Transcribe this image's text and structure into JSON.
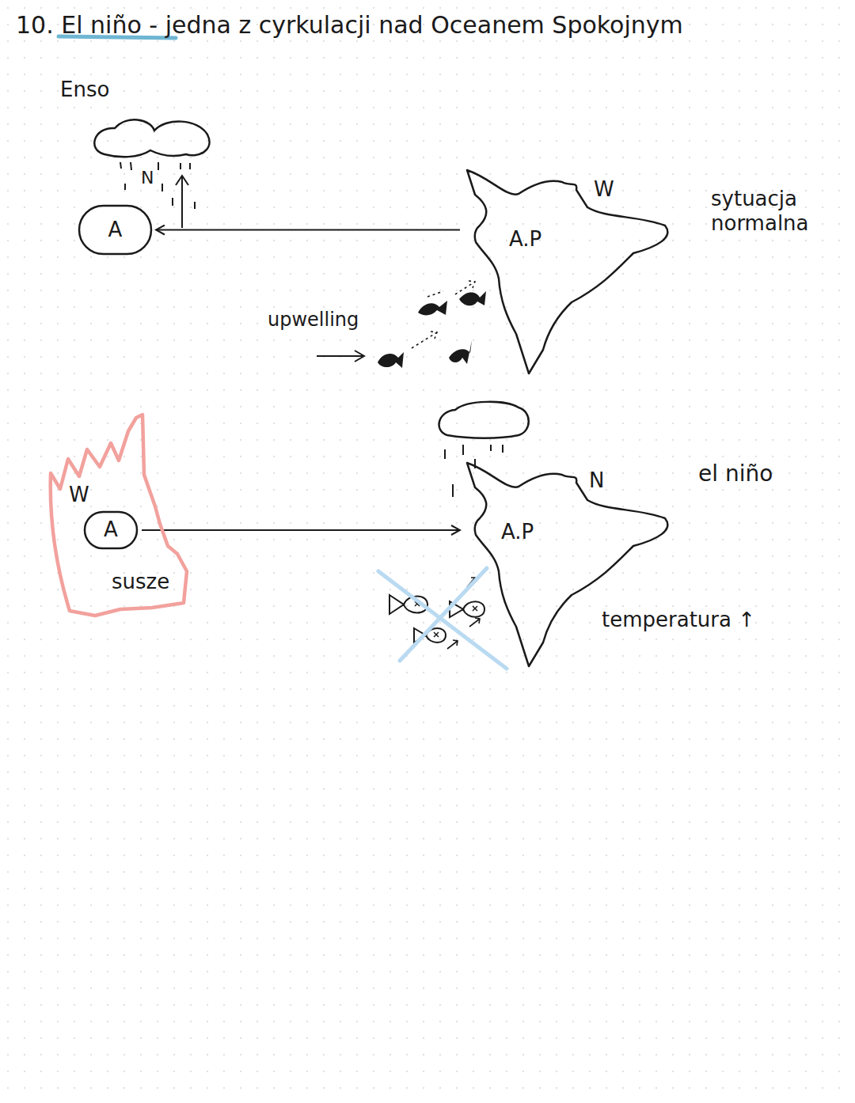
{
  "diagram": {
    "title": "10. El niño - jedna z cyrkulacji nad Oceanem Spokojnym",
    "nodes": [
      {
        "text": [
          "A"
        ]
      },
      {
        "text": [
          "A.P"
        ]
      },
      {
        "text": [
          "W",
          "susze"
        ]
      },
      {
        "text": [
          "A"
        ],
        "in": 2
      },
      {
        "text": [
          "A.P"
        ]
      }
    ],
    "edges": [
      {
        "from": 1,
        "to": 0,
        "arrow": "to"
      },
      {
        "from": 3,
        "to": 4,
        "arrow": "to"
      }
    ],
    "labels": [
      "Enso",
      "N",
      "W",
      "sytuacja normalna",
      "upwelling",
      "N",
      "el niño",
      "temperatura ↑"
    ]
  }
}
